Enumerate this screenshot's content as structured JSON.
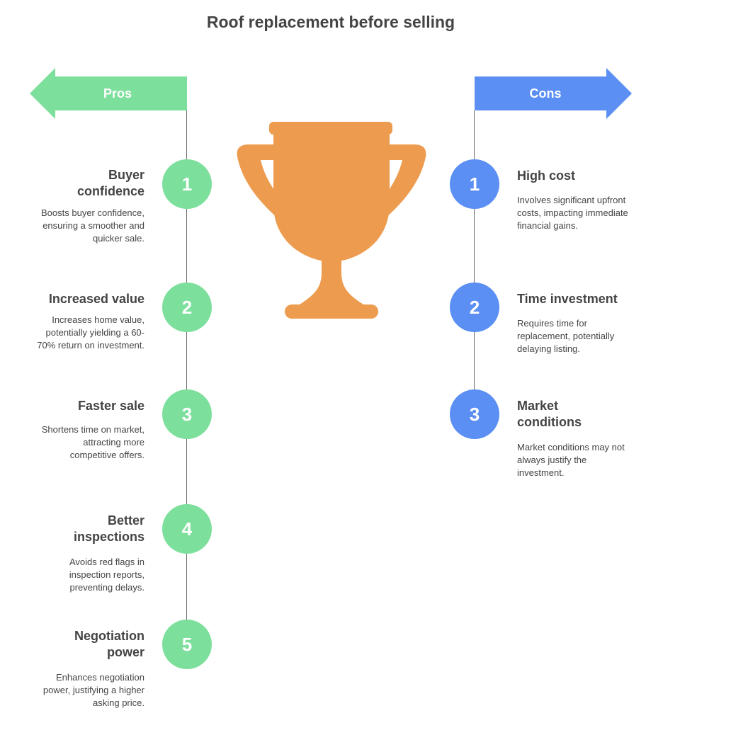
{
  "title": "Roof replacement before selling",
  "colors": {
    "pros": "#7ddf9c",
    "cons": "#5b8ff4",
    "trophy": "#ed9c4f",
    "text": "#444444"
  },
  "icons": {
    "center": "trophy-icon"
  },
  "pros": {
    "label": "Pros",
    "items": [
      {
        "number": "1",
        "title": "Buyer confidence",
        "description": "Boosts buyer confidence, ensuring a smoother and quicker sale."
      },
      {
        "number": "2",
        "title": "Increased value",
        "description": "Increases home value, potentially yielding a 60-70% return on investment."
      },
      {
        "number": "3",
        "title": "Faster sale",
        "description": "Shortens time on market, attracting more competitive offers."
      },
      {
        "number": "4",
        "title": "Better inspections",
        "description": "Avoids red flags in inspection reports, preventing delays."
      },
      {
        "number": "5",
        "title": "Negotiation power",
        "description": "Enhances negotiation power, justifying a higher asking price."
      }
    ]
  },
  "cons": {
    "label": "Cons",
    "items": [
      {
        "number": "1",
        "title": "High cost",
        "description": "Involves significant upfront costs, impacting immediate financial gains."
      },
      {
        "number": "2",
        "title": "Time investment",
        "description": "Requires time for replacement, potentially delaying listing."
      },
      {
        "number": "3",
        "title": "Market conditions",
        "description": "Market conditions may not always justify the investment."
      }
    ]
  }
}
